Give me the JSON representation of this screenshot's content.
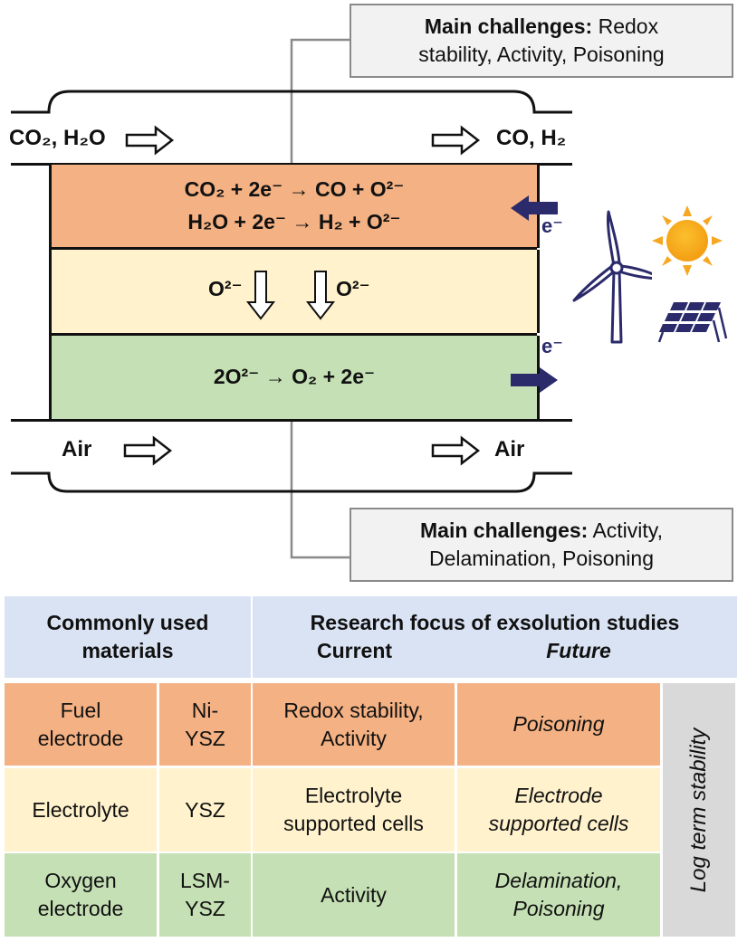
{
  "diagram": {
    "callout_top": {
      "title": "Main challenges:",
      "text_line1": "Redox",
      "text_line2": "stability, Activity, Poisoning"
    },
    "callout_bottom": {
      "title": "Main challenges:",
      "text_line1": "Activity,",
      "text_line2": "Delamination, Poisoning"
    },
    "fuel_inlet": "CO₂, H₂O",
    "fuel_outlet": "CO, H₂",
    "air_inlet": "Air",
    "air_outlet": "Air",
    "fuel_electrode_reactions": [
      "CO₂ + 2e⁻ → CO + O²⁻",
      "H₂O + 2e⁻ → H₂ + O²⁻"
    ],
    "electrolyte_ions": [
      "O²⁻",
      "O²⁻"
    ],
    "oxygen_electrode_reaction": "2O²⁻ → O₂ + 2e⁻",
    "electron_in": "e⁻",
    "electron_out": "e⁻",
    "colors": {
      "fuel": "#f4b183",
      "electrolyte": "#fff2cc",
      "oxygen": "#c5e0b4",
      "electron_arrow": "#2b2a6b",
      "sun": "#f7a823"
    },
    "icons": [
      "wind-turbine-icon",
      "sun-icon",
      "solar-panel-icon"
    ]
  },
  "table": {
    "header": {
      "materials_line1": "Commonly used",
      "materials_line2": "materials",
      "research_title": "Research focus of exsolution studies",
      "current": "Current",
      "future": "Future"
    },
    "rows": [
      {
        "component": [
          "Fuel",
          "electrode"
        ],
        "material": [
          "Ni-",
          "YSZ"
        ],
        "current": [
          "Redox stability,",
          "Activity"
        ],
        "future": [
          "Poisoning"
        ]
      },
      {
        "component": [
          "Electrolyte"
        ],
        "material": [
          "YSZ"
        ],
        "current": [
          "Electrolyte",
          "supported cells"
        ],
        "future": [
          "Electrode",
          "supported cells"
        ]
      },
      {
        "component": [
          "Oxygen",
          "electrode"
        ],
        "material": [
          "LSM-",
          "YSZ"
        ],
        "current": [
          "Activity"
        ],
        "future": [
          "Delamination,",
          "Poisoning"
        ]
      }
    ],
    "side_label": "Log term stability"
  }
}
